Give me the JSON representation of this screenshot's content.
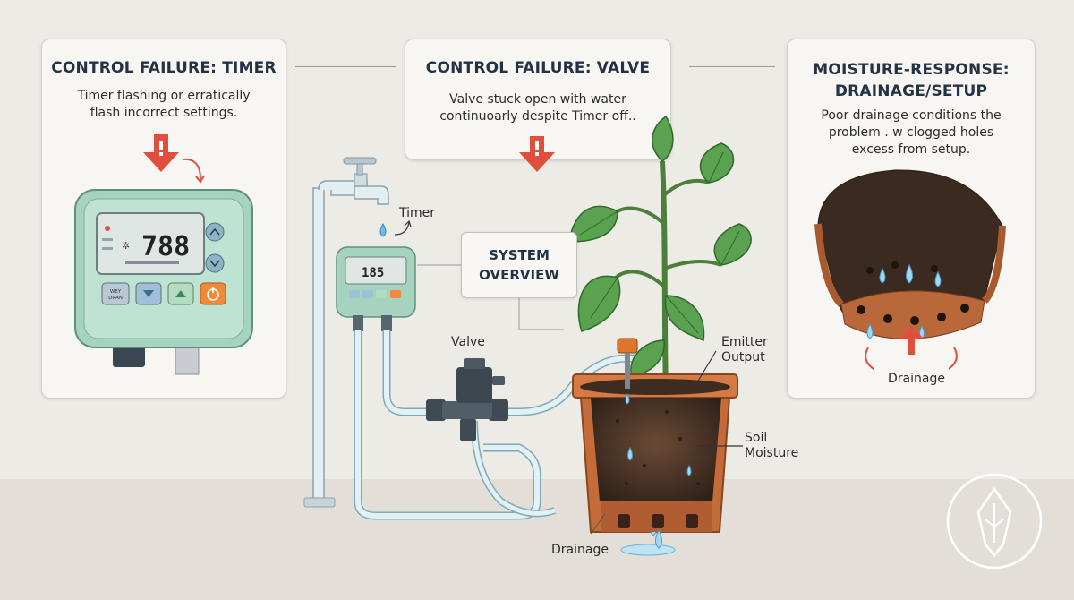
{
  "panels": {
    "timer": {
      "title": "CONTROL FAILURE: TIMER",
      "desc_line1": "Timer flashing or erratically",
      "desc_line2": "flash incorrect settings."
    },
    "valve": {
      "title": "CONTROL FAILURE: VALVE",
      "desc_line1": "Valve stuck open with water",
      "desc_line2": "continuoarly despite Timer off.."
    },
    "drainage": {
      "title_line1": "MOISTURE-RESPONSE:",
      "title_line2": "DRAINAGE/SETUP",
      "desc_line1": "Poor drainage conditions the",
      "desc_line2": "problem . w clogged holes",
      "desc_line3": "excess from setup.",
      "inset_label": "Drainage"
    }
  },
  "timer_device": {
    "display": "788",
    "btn_left_label_1": "WEY",
    "btn_left_label_2": "DRAN"
  },
  "small_timer": {
    "display": "185"
  },
  "system_overview": {
    "line1": "SYSTEM",
    "line2": "OVERVIEW"
  },
  "labels": {
    "timer": "Timer",
    "valve": "Valve",
    "emitter_line1": "Emitter",
    "emitter_line2": "Output",
    "soil_line1": "Soil",
    "soil_line2": "Moisture",
    "drainage": "Drainage"
  },
  "colors": {
    "warning_arrow": "#e04e3c",
    "device_body": "#bfe3d2",
    "pipe": "#d7eef3",
    "pot": "#c46b3a",
    "leaf": "#4e9a47",
    "soil": "#4a3526"
  },
  "icons": [
    "warning-arrow-icon",
    "curved-arrow-icon",
    "water-drop-icon",
    "logo-badge-icon"
  ]
}
